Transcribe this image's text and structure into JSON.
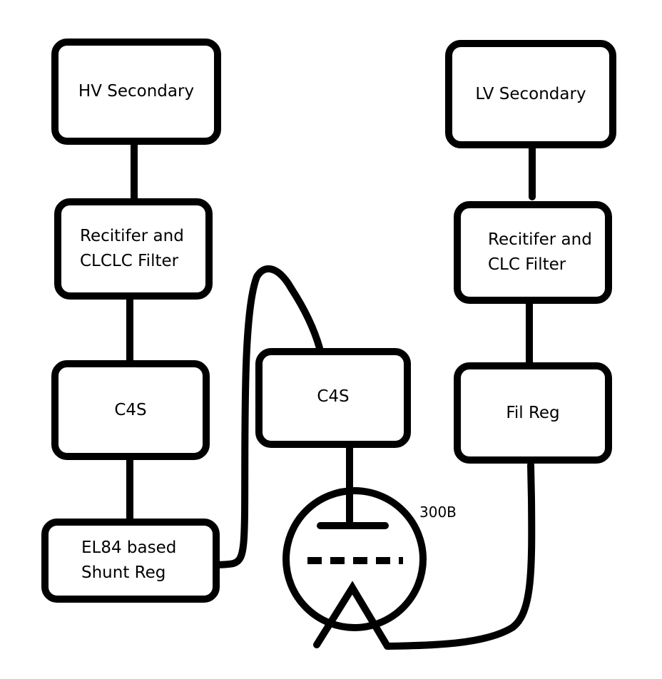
{
  "blocks": {
    "hv_secondary": {
      "lines": [
        "HV Secondary"
      ]
    },
    "rectifier_hv": {
      "lines": [
        "Recitifer and",
        "CLCLC Filter"
      ]
    },
    "c4s_left": {
      "lines": [
        "C4S"
      ]
    },
    "shunt_reg": {
      "lines": [
        "EL84 based",
        "Shunt Reg"
      ]
    },
    "c4s_mid": {
      "lines": [
        "C4S"
      ]
    },
    "lv_secondary": {
      "lines": [
        "LV Secondary"
      ]
    },
    "rectifier_lv": {
      "lines": [
        "Recitifer and",
        "CLC Filter"
      ]
    },
    "fil_reg": {
      "lines": [
        "Fil Reg"
      ]
    }
  },
  "tube": {
    "label": "300B"
  },
  "colors": {
    "stroke": "#000000",
    "background": "#ffffff"
  }
}
